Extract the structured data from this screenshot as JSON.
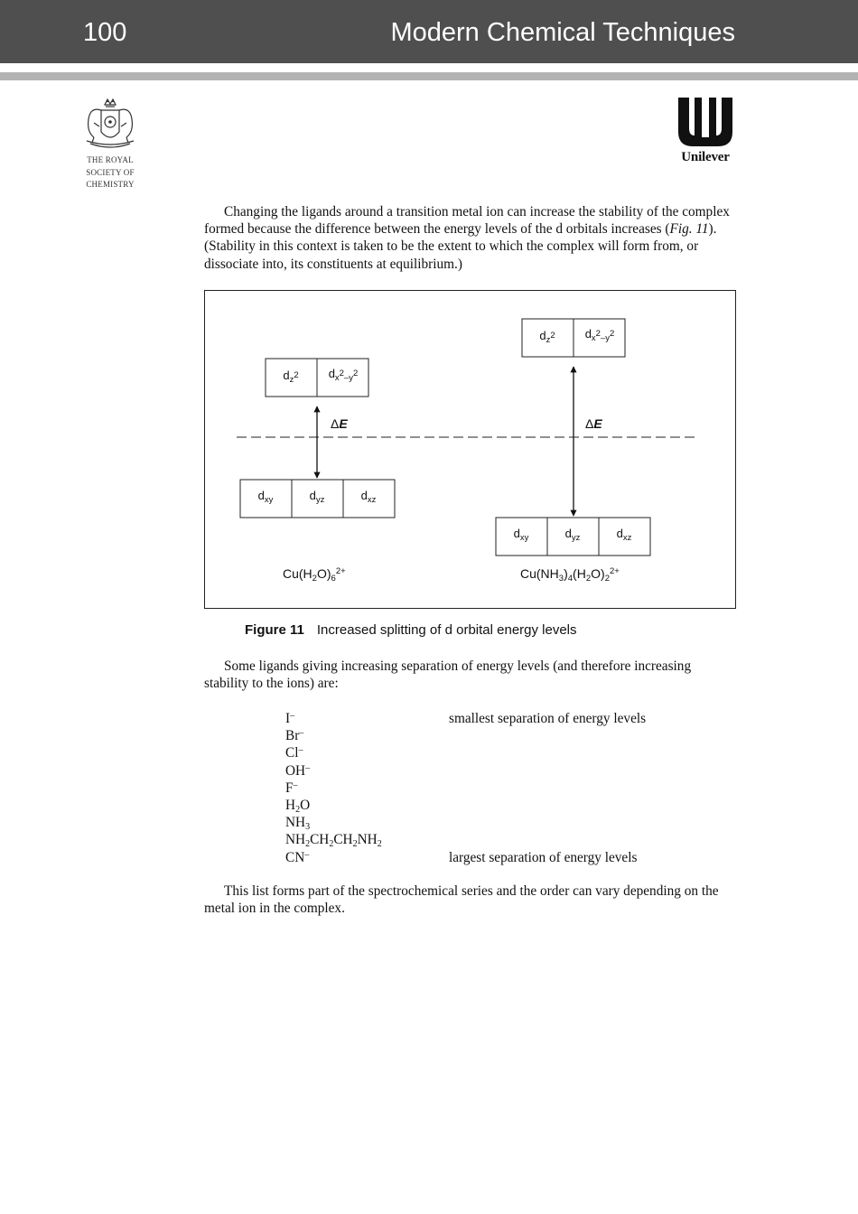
{
  "header": {
    "page_number": "100",
    "title": "Modern Chemical Techniques"
  },
  "logos": {
    "rsc_lines": [
      "THE ROYAL",
      "SOCIETY OF",
      "CHEMISTRY"
    ],
    "unilever": "Unilever",
    "rsc_icon": "rsc-crest-icon",
    "unilever_icon": "unilever-u-icon"
  },
  "paragraphs": {
    "p1_before": "Changing the ligands around a transition metal ion can increase the stability of the complex formed because the difference between the energy levels of the d orbitals increases (",
    "p1_ref": "Fig. 11",
    "p1_after": "). (Stability in this context is taken to be the extent to which the complex will form from, or dissociate into, its constituents at equilibrium.)",
    "p2": "Some ligands giving increasing separation of energy levels (and therefore increasing stability to the ions) are:",
    "p3": "This list forms part of the spectrochemical series and the order can vary depending on the metal ion in the complex."
  },
  "figure": {
    "delta": "Δ",
    "e": "E",
    "d": "d",
    "orbital_subscripts": {
      "z2": [
        "z",
        "2"
      ],
      "x2y2": [
        "x",
        "2",
        "–y",
        "2"
      ],
      "xy": "xy",
      "yz": "yz",
      "xz": "xz"
    },
    "complex_left": {
      "a": "Cu(H",
      "b": "2",
      "c": "O)",
      "d": "6",
      "e": "2+"
    },
    "complex_right": {
      "a": "Cu(NH",
      "b": "3",
      "c": ")",
      "d": "4",
      "e": "(H",
      "f": "2",
      "g": "O)",
      "h": "2",
      "i": "2+"
    },
    "caption_label": "Figure 11",
    "caption_text": "Increased splitting of d orbital energy levels"
  },
  "series": {
    "ligands": [
      [
        {
          "t": "I"
        },
        {
          "sup": "–"
        }
      ],
      [
        {
          "t": "Br"
        },
        {
          "sup": "–"
        }
      ],
      [
        {
          "t": "Cl"
        },
        {
          "sup": "–"
        }
      ],
      [
        {
          "t": "OH"
        },
        {
          "sup": "–"
        }
      ],
      [
        {
          "t": "F"
        },
        {
          "sup": "–"
        }
      ],
      [
        {
          "t": "H"
        },
        {
          "sub": "2"
        },
        {
          "t": "O"
        }
      ],
      [
        {
          "t": "NH"
        },
        {
          "sub": "3"
        }
      ],
      [
        {
          "t": "NH"
        },
        {
          "sub": "2"
        },
        {
          "t": "CH"
        },
        {
          "sub": "2"
        },
        {
          "t": "CH"
        },
        {
          "sub": "2"
        },
        {
          "t": "NH"
        },
        {
          "sub": "2"
        }
      ],
      [
        {
          "t": "CN"
        },
        {
          "sup": "–"
        }
      ]
    ],
    "first_note": "smallest separation of energy levels",
    "last_note": "largest separation of energy levels"
  }
}
